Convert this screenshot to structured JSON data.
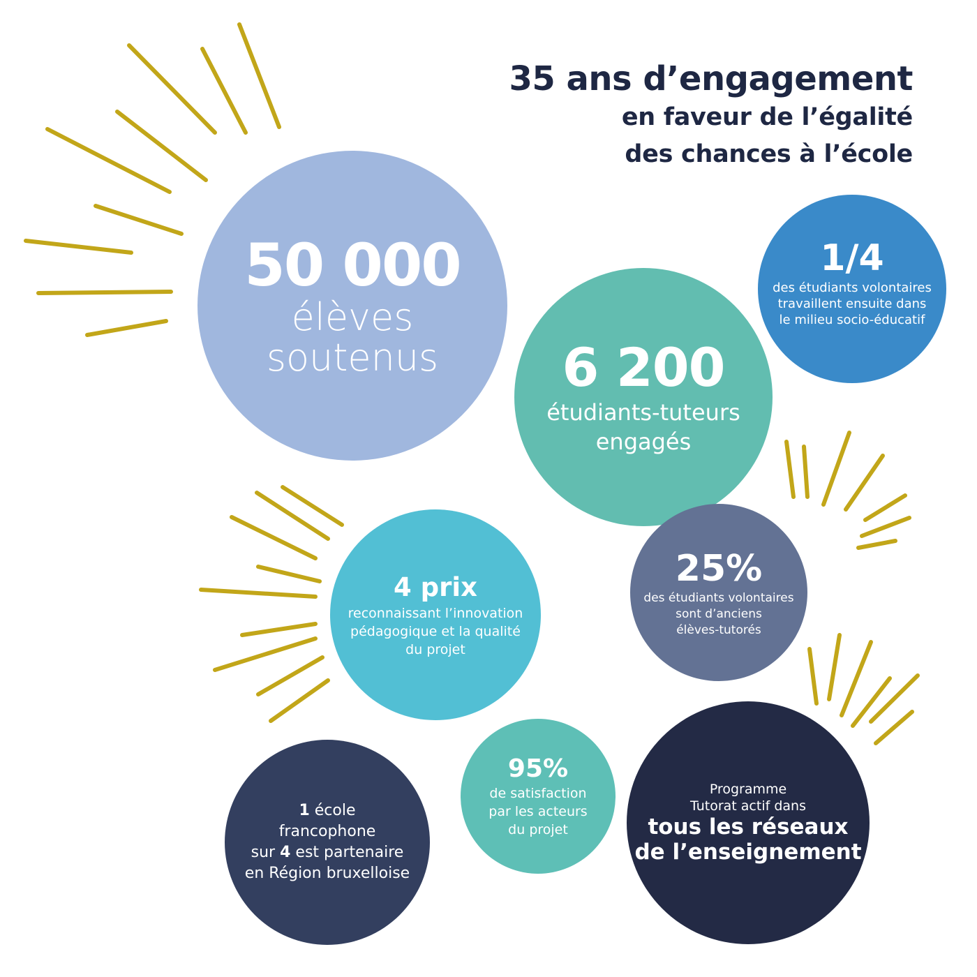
{
  "title": {
    "line1": "35 ans d’engagement",
    "line2": "en faveur de l’égalité",
    "line3": "des chances à l’école"
  },
  "colors": {
    "title": "#1e2743",
    "rays": "#c2a619",
    "c1": "#a0b7de",
    "c2": "#62bdb0",
    "c3": "#3a8ac9",
    "c4": "#52bfd4",
    "c5": "#637294",
    "c6": "#333f5f",
    "c7": "#5ebfb6",
    "c8": "#232a45"
  },
  "stats": {
    "students": {
      "number": "50 000",
      "line1": "élèves",
      "line2": "soutenus"
    },
    "tutors": {
      "number": "6 200",
      "line1": "étudiants-tuteurs",
      "line2": "engagés"
    },
    "quarter": {
      "number": "1/4",
      "line1": "des étudiants volontaires",
      "line2": "travaillent ensuite dans",
      "line3": "le milieu socio-éducatif"
    },
    "prizes": {
      "number": "4 prix",
      "line1": "reconnaissant l’innovation",
      "line2": "pédagogique et la qualité",
      "line3": "du projet"
    },
    "former": {
      "number": "25%",
      "line1": "des étudiants volontaires",
      "line2": "sont d’anciens",
      "line3": "élèves-tutorés"
    },
    "schools": {
      "n1": "1",
      "t1": " école",
      "line2": "francophone",
      "pre3": "sur ",
      "n2": "4",
      "post3": " est partenaire",
      "line4": "en Région bruxelloise"
    },
    "satisfaction": {
      "number": "95%",
      "line1": "de satisfaction",
      "line2": "par les acteurs",
      "line3": "du projet"
    },
    "networks": {
      "line1": "Programme",
      "line2": "Tutorat actif dans",
      "strong1": "tous les réseaux",
      "strong2": "de l’enseignement"
    }
  }
}
